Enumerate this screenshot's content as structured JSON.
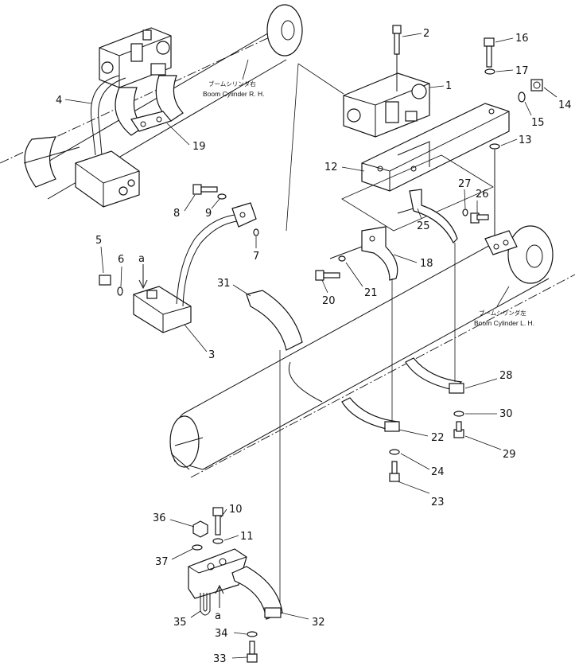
{
  "title": "",
  "cylinder_labels": {
    "rh_jp": "ブームシリンダ右",
    "rh_en": "Boom Cylinder R. H.",
    "lh_jp": "ブームシリンダ左",
    "lh_en": "Boom Cylinder L. H."
  },
  "view_marker": "a",
  "callouts": [
    {
      "id": "c1",
      "label": "1"
    },
    {
      "id": "c2",
      "label": "2"
    },
    {
      "id": "c3",
      "label": "3"
    },
    {
      "id": "c4",
      "label": "4"
    },
    {
      "id": "c5",
      "label": "5"
    },
    {
      "id": "c6",
      "label": "6"
    },
    {
      "id": "c7",
      "label": "7"
    },
    {
      "id": "c8",
      "label": "8"
    },
    {
      "id": "c9",
      "label": "9"
    },
    {
      "id": "c10",
      "label": "10"
    },
    {
      "id": "c11",
      "label": "11"
    },
    {
      "id": "c12",
      "label": "12"
    },
    {
      "id": "c13",
      "label": "13"
    },
    {
      "id": "c14",
      "label": "14"
    },
    {
      "id": "c15",
      "label": "15"
    },
    {
      "id": "c16",
      "label": "16"
    },
    {
      "id": "c17",
      "label": "17"
    },
    {
      "id": "c18",
      "label": "18"
    },
    {
      "id": "c19",
      "label": "19"
    },
    {
      "id": "c20",
      "label": "20"
    },
    {
      "id": "c21",
      "label": "21"
    },
    {
      "id": "c22",
      "label": "22"
    },
    {
      "id": "c23",
      "label": "23"
    },
    {
      "id": "c24",
      "label": "24"
    },
    {
      "id": "c25",
      "label": "25"
    },
    {
      "id": "c26",
      "label": "26"
    },
    {
      "id": "c27",
      "label": "27"
    },
    {
      "id": "c28",
      "label": "28"
    },
    {
      "id": "c29",
      "label": "29"
    },
    {
      "id": "c30",
      "label": "30"
    },
    {
      "id": "c31",
      "label": "31"
    },
    {
      "id": "c32",
      "label": "32"
    },
    {
      "id": "c33",
      "label": "33"
    },
    {
      "id": "c34",
      "label": "34"
    },
    {
      "id": "c35",
      "label": "35"
    },
    {
      "id": "c36",
      "label": "36"
    },
    {
      "id": "c37",
      "label": "37"
    }
  ]
}
